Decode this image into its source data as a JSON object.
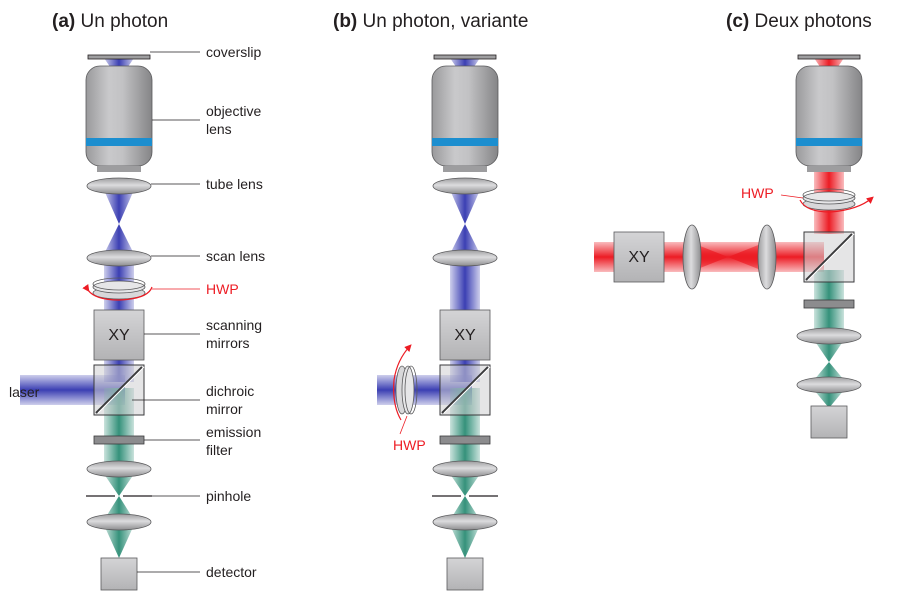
{
  "panels": {
    "a": {
      "prefix": "(a)",
      "title": "Un photon"
    },
    "b": {
      "prefix": "(b)",
      "title": "Un photon, variante"
    },
    "c": {
      "prefix": "(c)",
      "title": "Deux photons"
    }
  },
  "labels": {
    "coverslip": "coverslip",
    "objective_1": "objective",
    "objective_2": "lens",
    "tube_lens": "tube lens",
    "scan_lens": "scan lens",
    "hwp": "HWP",
    "scanning_1": "scanning",
    "scanning_2": "mirrors",
    "laser": "laser",
    "dichroic_1": "dichroic",
    "dichroic_2": "mirror",
    "emission_1": "emission",
    "emission_2": "filter",
    "pinhole": "pinhole",
    "detector": "detector",
    "xy": "XY"
  },
  "colors": {
    "excitation_one_photon": "#3b3fb3",
    "excitation_two_photon": "#ec1c24",
    "emission": "#2a8c74",
    "objective_band": "#1c8ecf",
    "hwp_annotation": "#ed1c24"
  }
}
